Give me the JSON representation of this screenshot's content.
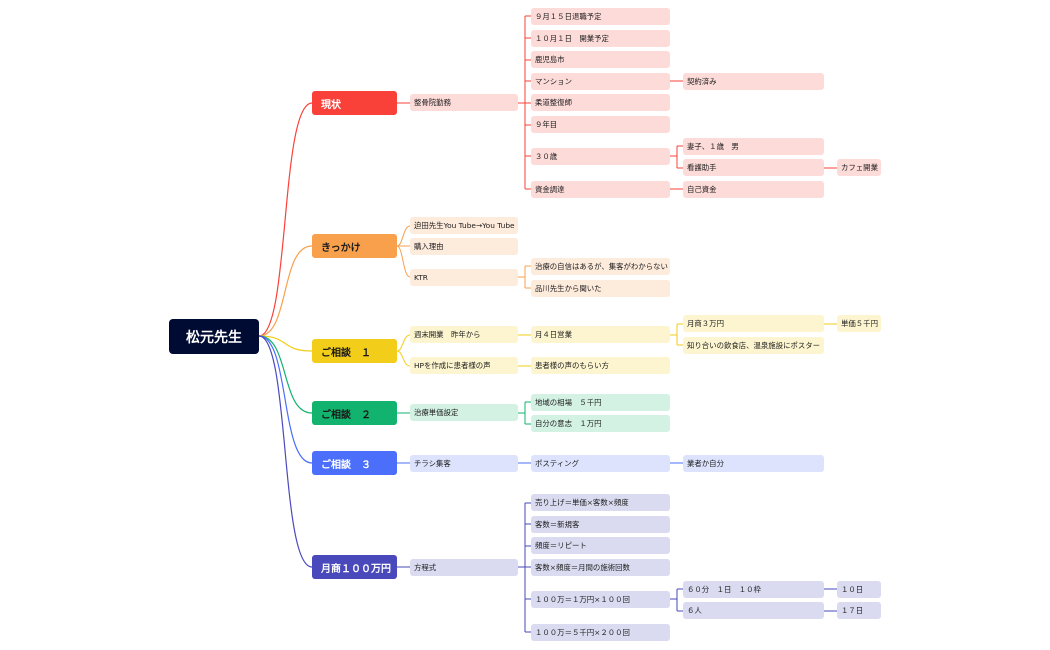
{
  "root": "松元先生",
  "branches": [
    {
      "label": "現状",
      "sub": [
        {
          "label": "整骨院勤務",
          "children": [
            {
              "label": "９月１５日退職予定"
            },
            {
              "label": "１０月１日　開業予定"
            },
            {
              "label": "鹿児島市"
            },
            {
              "label": "マンション",
              "children": [
                {
                  "label": "契約済み"
                }
              ]
            },
            {
              "label": "柔道整復師"
            },
            {
              "label": "９年目"
            },
            {
              "label": "３０歳",
              "children": [
                {
                  "label": "妻子、１歳　男"
                },
                {
                  "label": "看護助手",
                  "children": [
                    {
                      "label": "カフェ開業"
                    }
                  ]
                }
              ]
            },
            {
              "label": "資金調達",
              "children": [
                {
                  "label": "自己資金"
                }
              ]
            }
          ]
        }
      ]
    },
    {
      "label": "きっかけ",
      "sub": [
        {
          "label": "迫田先生You Tube→You Tube"
        },
        {
          "label": "購入理由"
        },
        {
          "label": "KTR",
          "children": [
            {
              "label": "治療の自信はあるが、集客がわからない"
            },
            {
              "label": "品川先生から聞いた"
            }
          ]
        }
      ]
    },
    {
      "label": "ご相談　１",
      "sub": [
        {
          "label": "週末開業　昨年から",
          "children": [
            {
              "label": "月４日営業",
              "children": [
                {
                  "label": "月商３万円",
                  "children": [
                    {
                      "label": "単価５千円"
                    }
                  ]
                },
                {
                  "label": "知り合いの飲食店、温泉施設にポスター"
                }
              ]
            }
          ]
        },
        {
          "label": "HPを作成に患者様の声",
          "children": [
            {
              "label": "患者様の声のもらい方"
            }
          ]
        }
      ]
    },
    {
      "label": "ご相談　２",
      "sub": [
        {
          "label": "治療単価設定",
          "children": [
            {
              "label": "地域の相場　５千円"
            },
            {
              "label": "自分の意志　１万円"
            }
          ]
        }
      ]
    },
    {
      "label": "ご相談　３",
      "sub": [
        {
          "label": "チラシ集客",
          "children": [
            {
              "label": "ポスティング",
              "children": [
                {
                  "label": "業者か自分"
                }
              ]
            }
          ]
        }
      ]
    },
    {
      "label": "月商１００万円",
      "sub": [
        {
          "label": "方程式",
          "children": [
            {
              "label": "売り上げ＝単価×客数×頻度"
            },
            {
              "label": "客数＝新規客"
            },
            {
              "label": "頻度＝リピート"
            },
            {
              "label": "客数×頻度＝月間の施術回数"
            },
            {
              "label": "１００万＝１万円×１００回",
              "children": [
                {
                  "label": "６０分　１日　１０枠",
                  "children": [
                    {
                      "label": "１０日"
                    }
                  ]
                },
                {
                  "label": "６人",
                  "children": [
                    {
                      "label": "１７日"
                    }
                  ]
                }
              ]
            },
            {
              "label": "１００万＝５千円×２００回"
            }
          ]
        }
      ]
    }
  ],
  "colors": {
    "red": "#fa4139",
    "orange": "#f8a04c",
    "yellow": "#f2cd1a",
    "green": "#11b36e",
    "blue": "#4b6ffb",
    "indigo": "#4a49bb"
  }
}
